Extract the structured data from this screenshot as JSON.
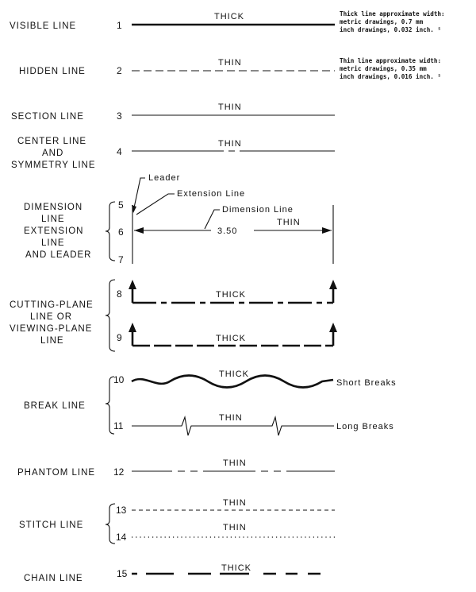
{
  "rows": {
    "visible": {
      "label": [
        "VISIBLE LINE"
      ],
      "number": "1",
      "weight": "THICK",
      "note": [
        "Thick line approximate width:",
        "metric drawings, 0.7 mm",
        "inch drawings, 0.032 inch. ⁵"
      ]
    },
    "hidden": {
      "label": [
        "HIDDEN LINE"
      ],
      "number": "2",
      "weight": "THIN",
      "note": [
        "Thin line approximate width:",
        "metric drawings, 0.35 mm",
        "inch drawings, 0.016 inch. ⁵"
      ]
    },
    "section": {
      "label": [
        "SECTION LINE"
      ],
      "number": "3",
      "weight": "THIN"
    },
    "center": {
      "label": [
        "CENTER LINE",
        "AND",
        "SYMMETRY LINE"
      ],
      "number": "4",
      "weight": "THIN"
    },
    "dimension": {
      "label": [
        "DIMENSION",
        "LINE",
        "EXTENSION",
        "LINE",
        "AND LEADER"
      ],
      "numbers": [
        "5",
        "6",
        "7"
      ],
      "weight": "THIN",
      "leader": "Leader",
      "extension": "Extension Line",
      "dimension_line": "Dimension Line",
      "value": "3.50"
    },
    "cutting": {
      "label": [
        "CUTTING-PLANE",
        "LINE OR",
        "VIEWING-PLANE",
        "LINE"
      ],
      "numbers": [
        "8",
        "9"
      ],
      "weight_8": "THICK",
      "weight_9": "THICK"
    },
    "break": {
      "label": [
        "BREAK LINE"
      ],
      "numbers": [
        "10",
        "11"
      ],
      "weight_10": "THICK",
      "weight_11": "THIN",
      "short": "Short Breaks",
      "long": "Long Breaks"
    },
    "phantom": {
      "label": [
        "PHANTOM LINE"
      ],
      "number": "12",
      "weight": "THIN"
    },
    "stitch": {
      "label": [
        "STITCH LINE"
      ],
      "numbers": [
        "13",
        "14"
      ],
      "weight_13": "THIN",
      "weight_14": "THIN"
    },
    "chain": {
      "label": [
        "CHAIN LINE"
      ],
      "number": "15",
      "weight": "THICK"
    }
  }
}
